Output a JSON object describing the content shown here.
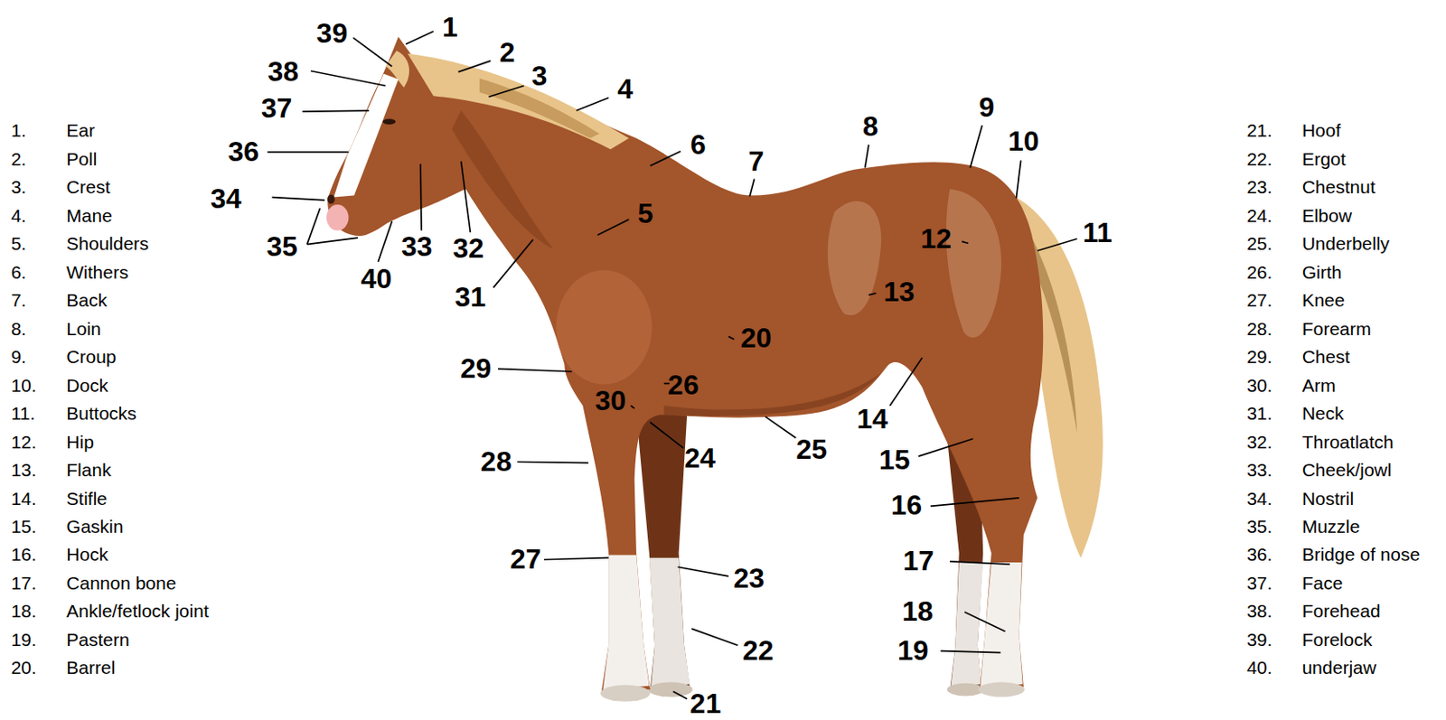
{
  "diagram": {
    "labels": [
      "1",
      "2",
      "3",
      "4",
      "5",
      "6",
      "7",
      "8",
      "9",
      "10",
      "11",
      "12",
      "13",
      "14",
      "15",
      "16",
      "17",
      "18",
      "19",
      "20",
      "21",
      "22",
      "23",
      "24",
      "25",
      "26",
      "27",
      "28",
      "29",
      "30",
      "31",
      "32",
      "33",
      "34",
      "35",
      "36",
      "37",
      "38",
      "39",
      "40",
      "1.",
      "Ear",
      "2.",
      "Poll",
      "3.",
      "Crest",
      "4.",
      "Mane",
      "5.",
      "Shoulders",
      "6.",
      "Withers",
      "7.",
      "Back",
      "8.",
      "Loin",
      "9.",
      "Croup",
      "10.",
      "Dock",
      "11.",
      "Buttocks",
      "12.",
      "Hip",
      "13.",
      "Flank",
      "14.",
      "Stifle",
      "15.",
      "Gaskin",
      "16.",
      "Hock",
      "17.",
      "Cannon bone",
      "18.",
      "Ankle/fetlock joint",
      "19.",
      "Pastern",
      "20.",
      "Barrel",
      "21.",
      "Hoof",
      "22.",
      "Ergot",
      "23.",
      "Chestnut",
      "24.",
      "Elbow",
      "25.",
      "Underbelly",
      "26.",
      "Girth",
      "27.",
      "Knee",
      "28.",
      "Forearm",
      "29.",
      "Chest",
      "30.",
      "Arm",
      "31.",
      "Neck",
      "32.",
      "Throatlatch",
      "33.",
      "Cheek/jowl",
      "34.",
      "Nostril",
      "35.",
      "Muzzle",
      "36.",
      "Bridge of nose",
      "37.",
      "Face",
      "38.",
      "Forehead",
      "39.",
      "Forelock",
      "40.",
      "underjaw"
    ]
  }
}
